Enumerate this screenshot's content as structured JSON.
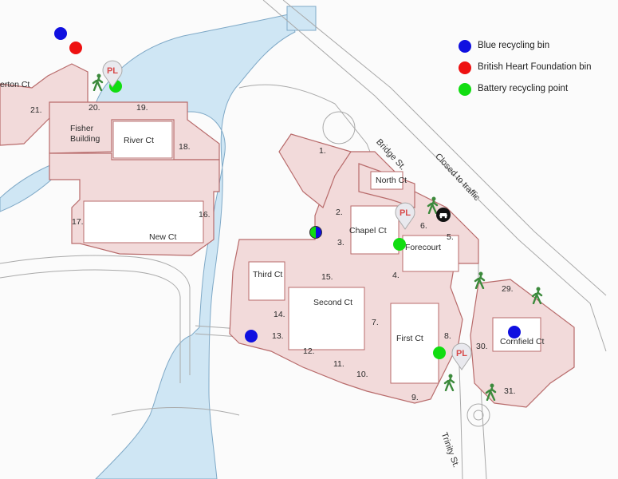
{
  "legend": [
    {
      "label": "Blue recycling bin",
      "color": "#1010e0"
    },
    {
      "label": "British Heart Foundation bin",
      "color": "#ee1111"
    },
    {
      "label": "Battery recycling point",
      "color": "#11dd11"
    }
  ],
  "courts": {
    "merton_ct": "erton Ct",
    "fisher_building_line1": "Fisher",
    "fisher_building_line2": "Building",
    "river_ct": "River Ct",
    "new_ct": "New Ct",
    "north_ct": "North Ct",
    "chapel_ct": "Chapel Ct",
    "forecourt": "Forecourt",
    "third_ct": "Third Ct",
    "second_ct": "Second Ct",
    "first_ct": "First Ct",
    "cornfield_ct": "Cornfield Ct"
  },
  "streets": {
    "bridge_st": "Bridge St.",
    "closed_to_traffic": "Closed to traffic",
    "trinity_st": "Trinity St."
  },
  "building_numbers": [
    "1.",
    "2.",
    "3.",
    "4.",
    "5.",
    "6.",
    "7.",
    "8.",
    "9.",
    "10.",
    "11.",
    "12.",
    "13.",
    "14.",
    "15.",
    "16.",
    "17.",
    "18.",
    "19.",
    "20.",
    "21.",
    "29.",
    "30.",
    "31."
  ],
  "porters_lodge_badge": "PL",
  "icons": {
    "walker": "pedestrian-icon",
    "car": "car-icon",
    "pin": "porters-lodge-pin"
  },
  "colors": {
    "building_fill": "#f2dada",
    "building_stroke": "#b86b6b",
    "river": "#cfe6f4",
    "river_stroke": "#7fa9c7"
  }
}
